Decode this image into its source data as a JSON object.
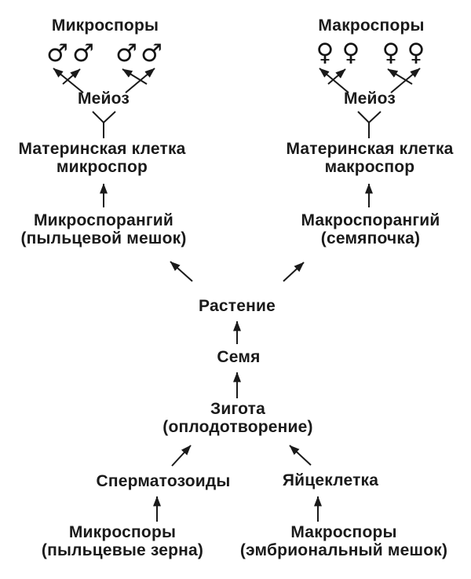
{
  "diagram": {
    "background_color": "#ffffff",
    "ink_color": "#1a1a1a",
    "left_branch": {
      "title": "Микроспоры",
      "spore_symbols": [
        "♂",
        "♂",
        "♂",
        "♂"
      ],
      "meiosis": "Мейоз",
      "mother_cell_line1": "Материнская клетка",
      "mother_cell_line2": "микроспор",
      "sporangium_line1": "Микроспорангий",
      "sporangium_line2": "(пыльцевой мешок)",
      "gamete": "Сперматозоиды",
      "spores_line1": "Микроспоры",
      "spores_line2": "(пыльцевые зерна)"
    },
    "right_branch": {
      "title": "Макроспоры",
      "spore_symbols": [
        "♀",
        "♀",
        "♀",
        "♀"
      ],
      "meiosis": "Мейоз",
      "mother_cell_line1": "Материнская клетка",
      "mother_cell_line2": "макроспор",
      "sporangium_line1": "Макроспорангий",
      "sporangium_line2": "(семяпочка)",
      "gamete": "Яйцеклетка",
      "spores_line1": "Макроспоры",
      "spores_line2": "(эмбриональный мешок)"
    },
    "center": {
      "plant": "Растение",
      "seed": "Семя",
      "zygote_line1": "Зигота",
      "zygote_line2": "(оплодотворение)"
    }
  }
}
